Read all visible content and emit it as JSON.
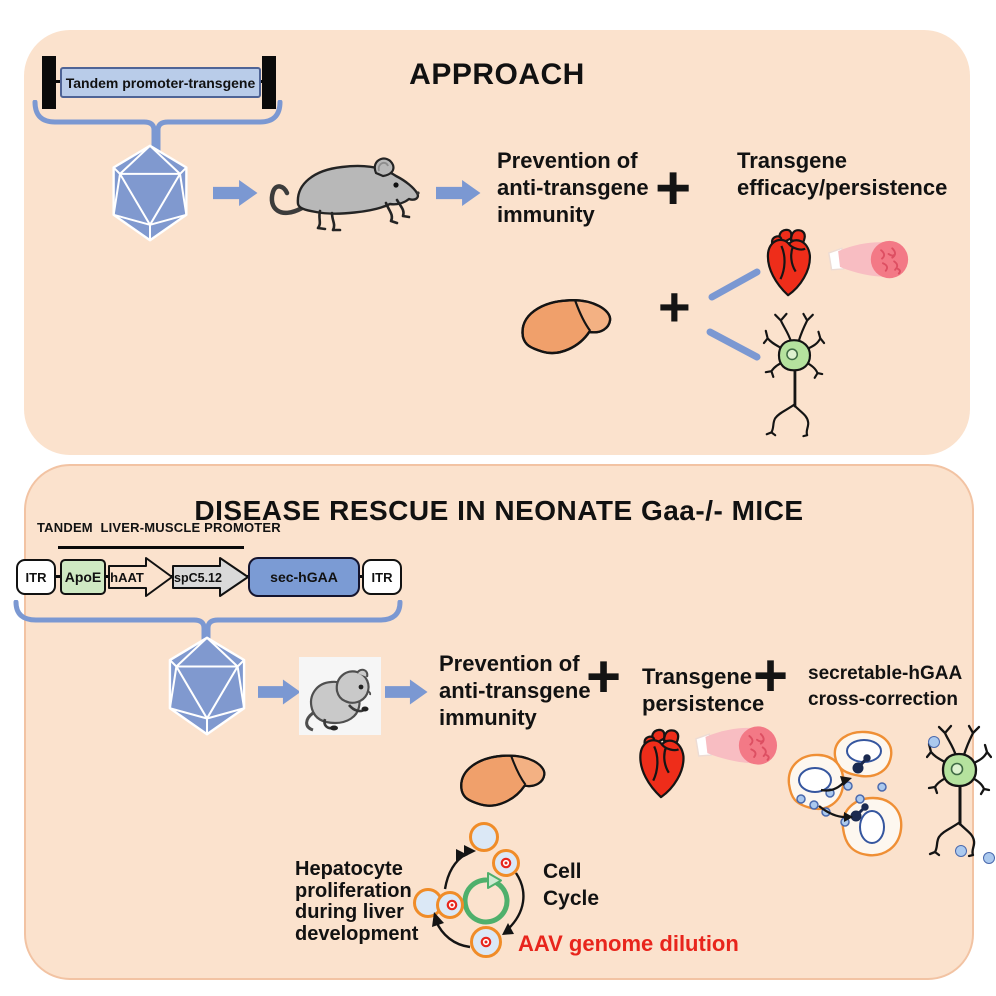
{
  "symbols": {
    "plus": "+"
  },
  "top_panel": {
    "title": "APPROACH",
    "construct_label": "Tandem promoter-transgene",
    "prevention": {
      "line1": "Prevention of",
      "line2": "anti-transgene",
      "line3": "immunity"
    },
    "efficacy": {
      "line1": "Transgene",
      "line2": "efficacy/persistence"
    }
  },
  "bottom_panel": {
    "title": "DISEASE RESCUE IN NEONATE Gaa-/- MICE",
    "promoter_label": "TANDEM  LIVER-MUSCLE PROMOTER",
    "construct": {
      "itr_left": "ITR",
      "apoe": "ApoE",
      "haat": "hAAT",
      "spc512": "spC5.12",
      "sec_hgaa": "sec-hGAA",
      "itr_right": "ITR"
    },
    "prevention": {
      "line1": "Prevention of",
      "line2": "anti-transgene",
      "line3": "immunity"
    },
    "persistence": {
      "line1": "Transgene",
      "line2": "persistence"
    },
    "secretable": {
      "line1": "secretable-hGAA",
      "line2": "cross-correction"
    },
    "hepatocyte": {
      "line1": "Hepatocyte",
      "line2": "proliferation",
      "line3": "during liver",
      "line4": "development"
    },
    "cell_cycle": {
      "line1": "Cell",
      "line2": "Cycle"
    },
    "aav_dilution": "AAV genome dilution"
  },
  "icons": {
    "aav_capsid": "blue icosahedron capsid",
    "block_arrow": "blue right arrow",
    "adult_mouse": "gray mouse",
    "neonate_mouse": "gray mouse pup",
    "liver": "orange liver",
    "heart": "red anatomical heart",
    "muscle": "pink skeletal muscle cut",
    "neuron": "green-soma neuron",
    "hepatocyte_cells": "orange-membrane cells with secreted enzyme dots",
    "cell_cycle_ring": "green circular arrow with dividing cells"
  },
  "colors": {
    "panel_bg": "#fbe2cd",
    "accent_blue": "#7b98d2",
    "construct_box_blue": "#b9cce9",
    "sec_hgaa_blue": "#7b9bd4",
    "apoe_green": "#cfe9c3",
    "spc_gray": "#d9d9d9",
    "heart_red": "#ee2d1a",
    "liver_orange": "#f0a06b",
    "neuron_green": "#b5e29e",
    "cell_membrane_orange": "#ef8f35",
    "dilution_red": "#e8251c"
  }
}
